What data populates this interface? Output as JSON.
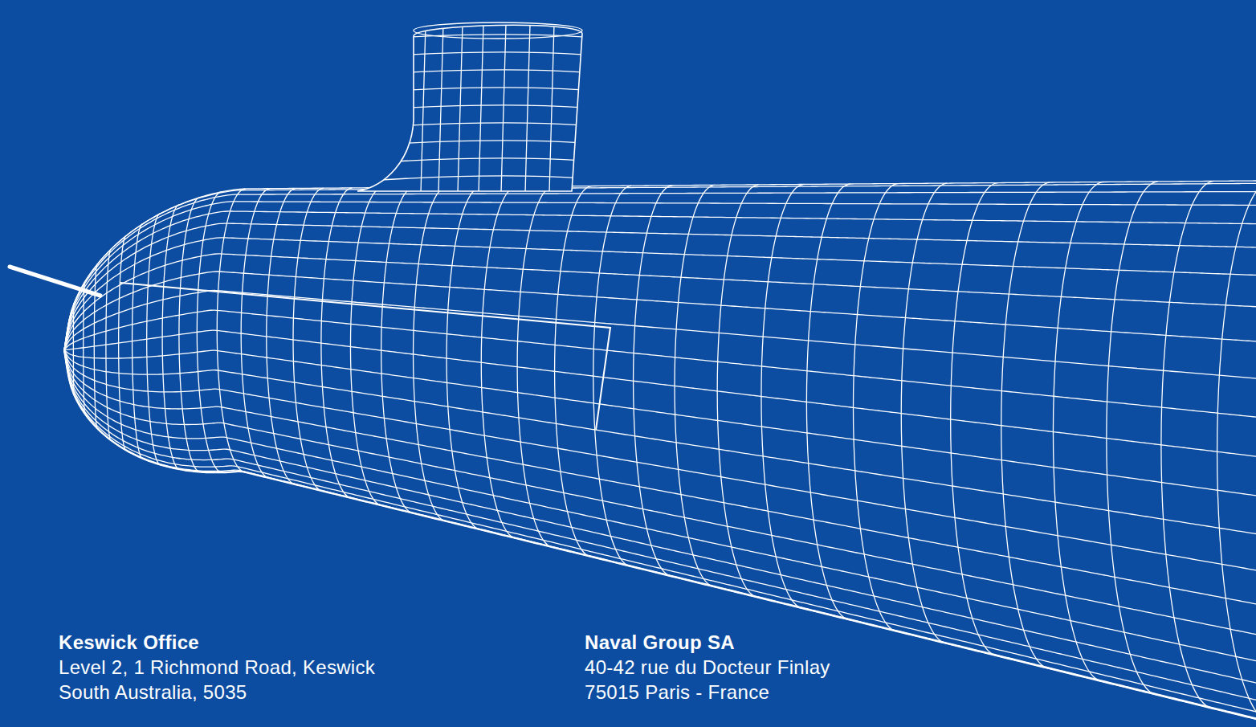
{
  "diagram": {
    "labels": [
      "Keswick Office",
      "Level 2, 1 Richmond Road, Keswick",
      "South Australia, 5035",
      "Naval Group SA",
      "40-42 rue du Docteur Finlay",
      "75015 Paris - France"
    ]
  }
}
